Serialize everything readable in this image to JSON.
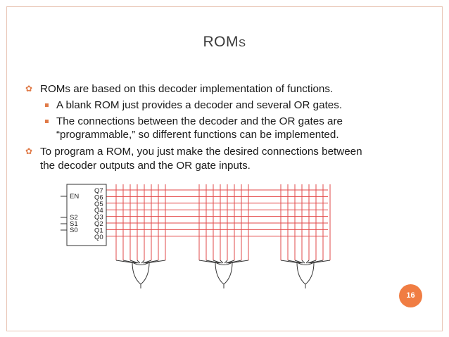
{
  "slide": {
    "title_prefix": "ROM",
    "title_suffix": "S",
    "page_number": "16",
    "colors": {
      "accent": "#f07d43",
      "border": "#e9c6b6",
      "wire": "#e24a4a"
    }
  },
  "bullets": [
    {
      "text": "ROMs are based on this decoder implementation of functions."
    },
    {
      "text": "A blank ROM just provides a decoder and several OR gates."
    },
    {
      "line1": "The connections between the decoder and the OR gates are",
      "line2": "“programmable,” so different functions can be implemented."
    },
    {
      "line1": "To program a ROM, you just make the desired connections between",
      "line2": "the decoder outputs and the OR gate inputs."
    }
  ],
  "diagram": {
    "inputs": [
      "EN",
      "S2",
      "S1",
      "S0"
    ],
    "outputs": [
      "Q7",
      "Q6",
      "Q5",
      "Q4",
      "Q3",
      "Q2",
      "Q1",
      "Q0"
    ],
    "or_gate_count": 3,
    "inputs_per_gate": 8
  }
}
